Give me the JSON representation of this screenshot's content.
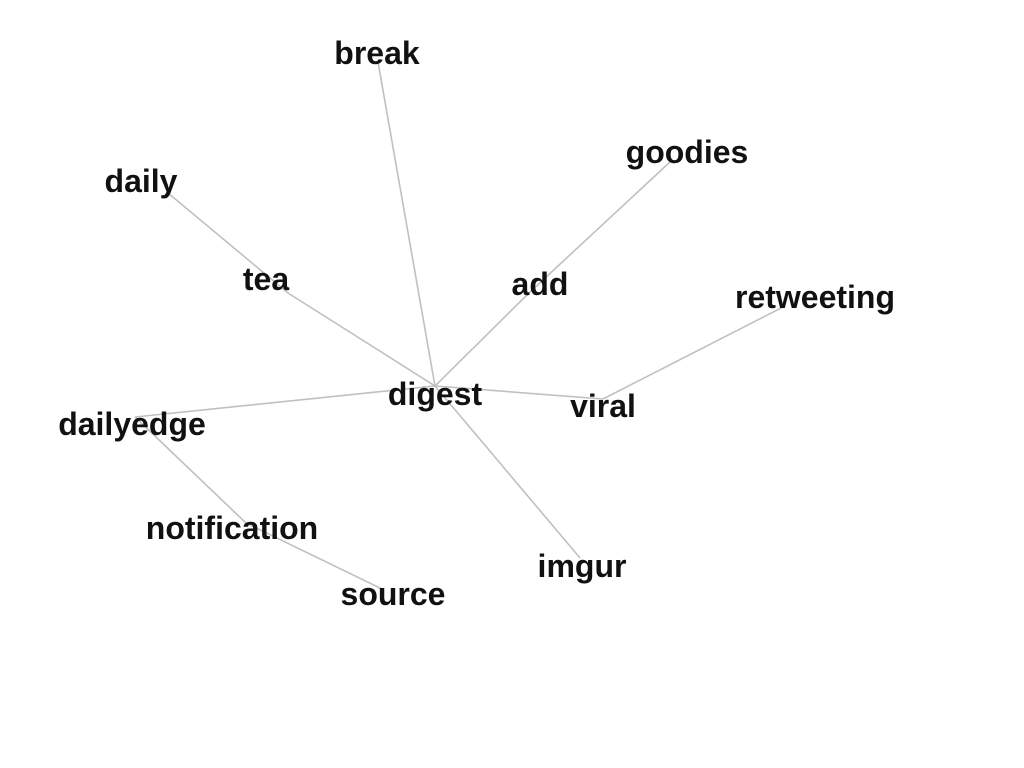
{
  "graph": {
    "nodes": [
      {
        "id": "break",
        "label": "break"
      },
      {
        "id": "goodies",
        "label": "goodies"
      },
      {
        "id": "daily",
        "label": "daily"
      },
      {
        "id": "tea",
        "label": "tea"
      },
      {
        "id": "add",
        "label": "add"
      },
      {
        "id": "retweeting",
        "label": "retweeting"
      },
      {
        "id": "digest",
        "label": "digest"
      },
      {
        "id": "viral",
        "label": "viral"
      },
      {
        "id": "dailyedge",
        "label": "dailyedge"
      },
      {
        "id": "notification",
        "label": "notification"
      },
      {
        "id": "imgur",
        "label": "imgur"
      },
      {
        "id": "source",
        "label": "source"
      }
    ],
    "edges": [
      [
        "digest",
        "break"
      ],
      [
        "digest",
        "tea"
      ],
      [
        "tea",
        "daily"
      ],
      [
        "digest",
        "add"
      ],
      [
        "add",
        "goodies"
      ],
      [
        "digest",
        "viral"
      ],
      [
        "viral",
        "retweeting"
      ],
      [
        "digest",
        "dailyedge"
      ],
      [
        "dailyedge",
        "notification"
      ],
      [
        "notification",
        "source"
      ],
      [
        "digest",
        "imgur"
      ]
    ],
    "colors": {
      "edge": "#c0c0c0",
      "label": "#111111",
      "background": "#ffffff"
    }
  }
}
